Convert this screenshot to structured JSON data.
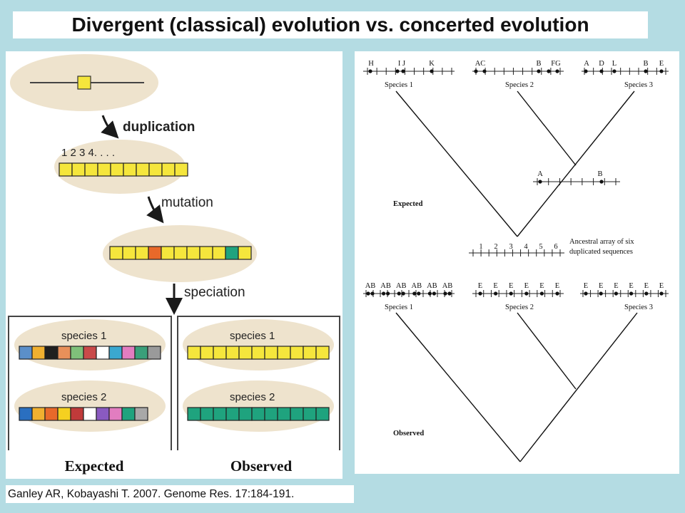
{
  "title": "Divergent (classical) evolution vs. concerted evolution",
  "citation": "Ganley AR, Kobayashi T. 2007. Genome Res. 17:184-191.",
  "left_figure": {
    "numbers_label": "1 2 3 4. . . .",
    "step_duplication": "duplication",
    "step_mutation": "mutation",
    "step_speciation": "speciation",
    "species1_label": "species 1",
    "species2_label": "species 2",
    "expected_caption": "Expected",
    "observed_caption": "Observed"
  },
  "right_figure": {
    "top": {
      "species1": {
        "label": "Species 1",
        "markers": [
          "H",
          "I J",
          "K"
        ]
      },
      "species2": {
        "label": "Species 2",
        "markers": [
          "AC",
          "B",
          "FG"
        ]
      },
      "species3": {
        "label": "Species 3",
        "markers": [
          "A",
          "D",
          "L",
          "B",
          "E"
        ]
      },
      "ancestor_markers": [
        "A",
        "B"
      ],
      "panel_label": "Expected"
    },
    "ancestral_array": {
      "numbers": [
        "1",
        "2",
        "3",
        "4",
        "5",
        "6"
      ],
      "label_line1": "Ancestral array of six",
      "label_line2": "duplicated sequences"
    },
    "bottom": {
      "species1": {
        "label": "Species 1",
        "markers": [
          "AB",
          "AB",
          "AB",
          "AB",
          "AB",
          "AB"
        ]
      },
      "species2": {
        "label": "Species 2",
        "markers": [
          "E",
          "E",
          "E",
          "E",
          "E",
          "E"
        ]
      },
      "species3": {
        "label": "Species 3",
        "markers": [
          "E",
          "E",
          "E",
          "E",
          "E",
          "E"
        ]
      },
      "panel_label": "Observed"
    }
  },
  "colors": {
    "background": "#b4dce3",
    "gene_yellow": "#f5e63c",
    "ellipse_fill": "#eee3cd",
    "mutation_orange": "#e8692a",
    "mutation_teal": "#1fa37e",
    "observed_green": "#1fa37e"
  }
}
